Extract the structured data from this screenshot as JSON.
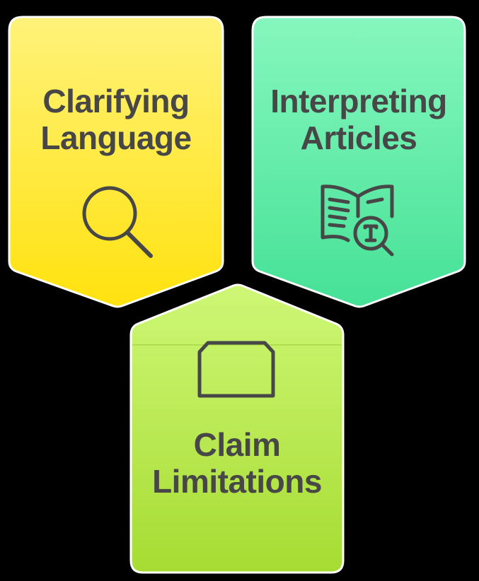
{
  "badges": [
    {
      "id": "clarifying-language",
      "line1": "Clarifying",
      "line2": "Language",
      "icon": "magnifying-glass-icon",
      "gradient": [
        "#FFF27A",
        "#FFE20E"
      ]
    },
    {
      "id": "interpreting-articles",
      "line1": "Interpreting",
      "line2": "Articles",
      "icon": "book-text-search-icon",
      "gradient": [
        "#86F7BE",
        "#45E196"
      ]
    },
    {
      "id": "claim-limitations",
      "line1": "Claim",
      "line2": "Limitations",
      "icon": "bounded-box-icon",
      "gradient": [
        "#CEF776",
        "#A6DC32"
      ]
    }
  ],
  "colors": {
    "background": "#000000",
    "text": "#474747",
    "border": "#FFFFFF"
  }
}
